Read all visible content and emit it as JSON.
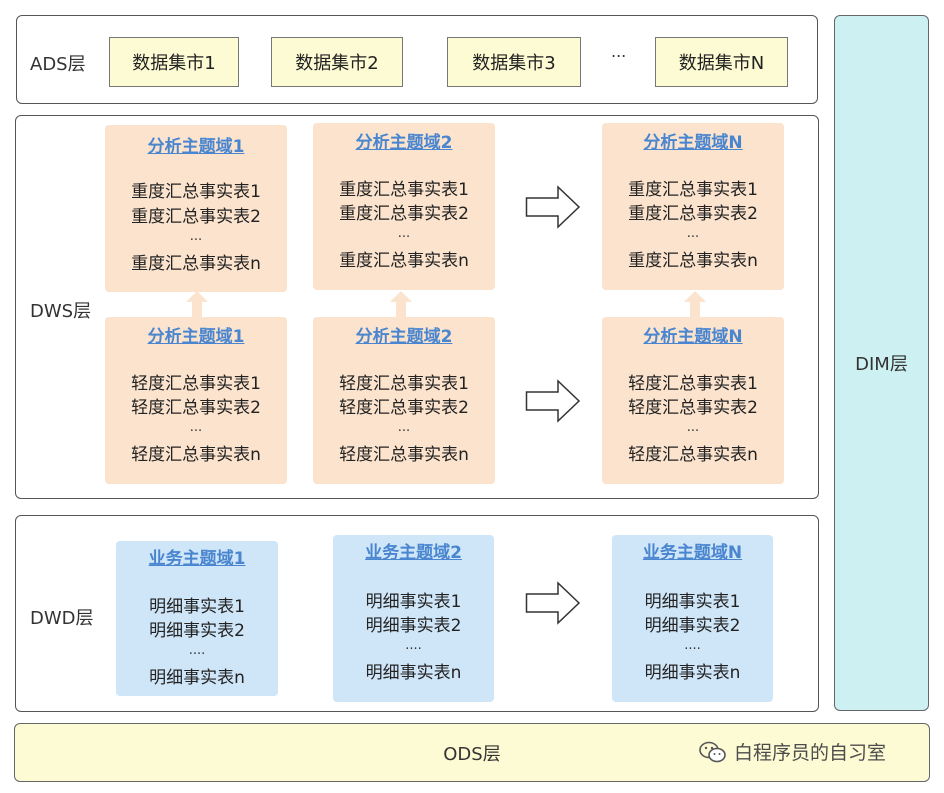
{
  "ads": {
    "label": "ADS层",
    "marts": [
      "数据集市1",
      "数据集市2",
      "数据集市3",
      "数据集市N"
    ],
    "ellipsis": "..."
  },
  "dws": {
    "label": "DWS层",
    "heavy": [
      {
        "title": "分析主题域1",
        "lines": [
          "重度汇总事实表1",
          "重度汇总事实表2",
          "...",
          "重度汇总事实表n"
        ]
      },
      {
        "title": "分析主题域2",
        "lines": [
          "重度汇总事实表1",
          "重度汇总事实表2",
          "...",
          "重度汇总事实表n"
        ]
      },
      {
        "title": "分析主题域N",
        "lines": [
          "重度汇总事实表1",
          "重度汇总事实表2",
          "...",
          "重度汇总事实表n"
        ]
      }
    ],
    "light": [
      {
        "title": "分析主题域1",
        "lines": [
          "轻度汇总事实表1",
          "轻度汇总事实表2",
          "...",
          "轻度汇总事实表n"
        ]
      },
      {
        "title": "分析主题域2",
        "lines": [
          "轻度汇总事实表1",
          "轻度汇总事实表2",
          "...",
          "轻度汇总事实表n"
        ]
      },
      {
        "title": "分析主题域N",
        "lines": [
          "轻度汇总事实表1",
          "轻度汇总事实表2",
          "...",
          "轻度汇总事实表n"
        ]
      }
    ]
  },
  "dwd": {
    "label": "DWD层",
    "cards": [
      {
        "title": "业务主题域1",
        "lines": [
          "明细事实表1",
          "明细事实表2",
          "....",
          "明细事实表n"
        ]
      },
      {
        "title": "业务主题域2",
        "lines": [
          "明细事实表1",
          "明细事实表2",
          "....",
          "明细事实表n"
        ]
      },
      {
        "title": "业务主题域N",
        "lines": [
          "明细事实表1",
          "明细事实表2",
          "....",
          "明细事实表n"
        ]
      }
    ]
  },
  "dim": {
    "label": "DIM层"
  },
  "ods": {
    "label": "ODS层"
  },
  "watermark": {
    "text": "白程序员的自习室",
    "icon": "wechat-icon"
  },
  "colors": {
    "mart_fill": "#fdfbd3",
    "dws_card": "#fbe3cd",
    "dwd_card": "#cfe5f8",
    "dim_fill": "#cdf0f3",
    "title_link": "#4a86d0"
  }
}
